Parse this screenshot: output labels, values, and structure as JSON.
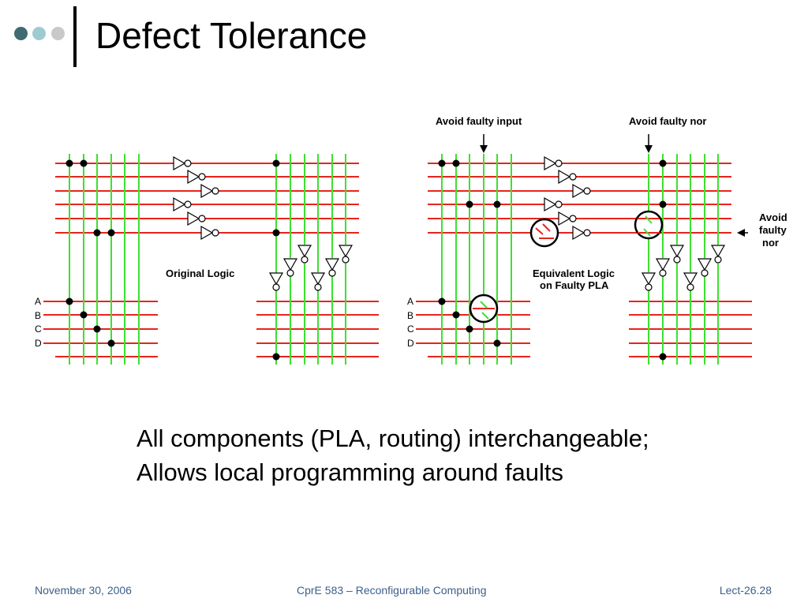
{
  "slide": {
    "title": "Defect Tolerance",
    "body_lines": [
      "All components (PLA, routing) interchangeable;",
      "Allows local programming around faults"
    ]
  },
  "diagram": {
    "left_label": "Original Logic",
    "right_label_line1": "Equivalent Logic",
    "right_label_line2": "on Faulty PLA",
    "callout_input": "Avoid faulty input",
    "callout_nor": "Avoid faulty nor",
    "callout_side": [
      "Avoid",
      "faulty",
      "nor"
    ],
    "input_labels": [
      "A",
      "B",
      "C",
      "D"
    ],
    "colors": {
      "wire_red": "#e8241c",
      "wire_green": "#3ee030"
    }
  },
  "footer": {
    "date": "November 30, 2006",
    "course": "CprE 583 – Reconfigurable Computing",
    "lecture": "Lect-26.28"
  }
}
